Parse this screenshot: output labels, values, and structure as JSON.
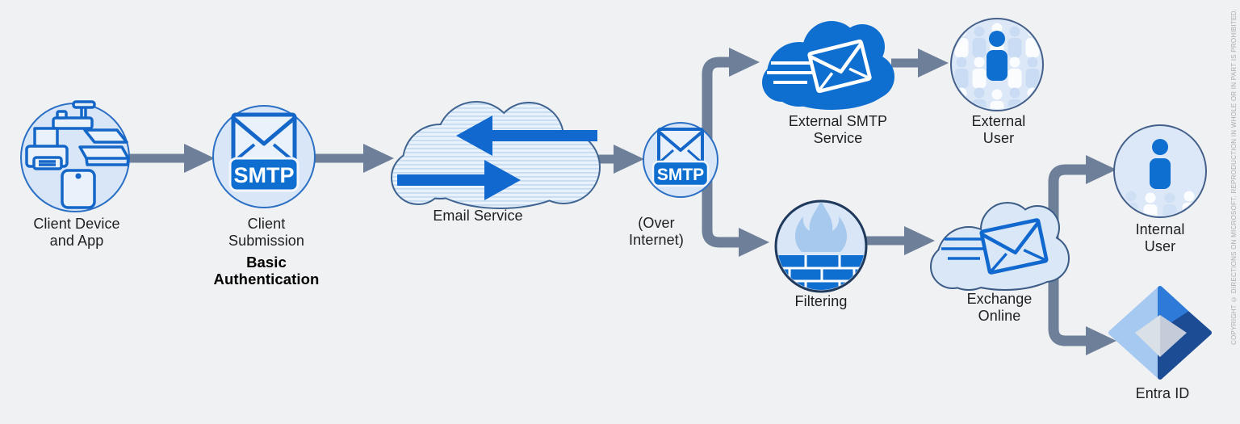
{
  "diagram": {
    "title_implied": "SMTP client submission mail flow",
    "nodes": {
      "client_device": {
        "label": "Client Device\nand App"
      },
      "client_submission": {
        "label": "Client\nSubmission",
        "auth_label": "Basic\nAuthentication",
        "badge": "SMTP"
      },
      "email_service": {
        "label": "Email Service"
      },
      "smtp_over_internet": {
        "label": "(Over\nInternet)",
        "badge": "SMTP"
      },
      "external_smtp": {
        "label": "External SMTP\nService"
      },
      "external_user": {
        "label": "External\nUser"
      },
      "filtering": {
        "label": "Filtering"
      },
      "exchange_online": {
        "label": "Exchange\nOnline"
      },
      "internal_user": {
        "label": "Internal\nUser"
      },
      "entra_id": {
        "label": "Entra ID"
      }
    },
    "copyright": "COPYRIGHT © DIRECTIONS ON MICROSOFT. REPRODUCTION IN WHOLE OR IN PART IS PROHIBITED.",
    "colors": {
      "background": "#f0f1f2",
      "primary_blue": "#0e6fd0",
      "icon_stroke_blue": "#1467c8",
      "light_blue_fill": "#d8e6f7",
      "pale_icon_fill": "#e9f1fb",
      "flame_blue": "#a7c9ee",
      "connector_gray": "#6e8099",
      "cloud_outline": "#3c5c86",
      "text_color": "#1d1f21",
      "entra_light": "#a5c9f1",
      "entra_medium": "#2e7ad8",
      "entra_dark": "#1b4c94",
      "entra_inner_gray": "#c3ccd8"
    }
  }
}
